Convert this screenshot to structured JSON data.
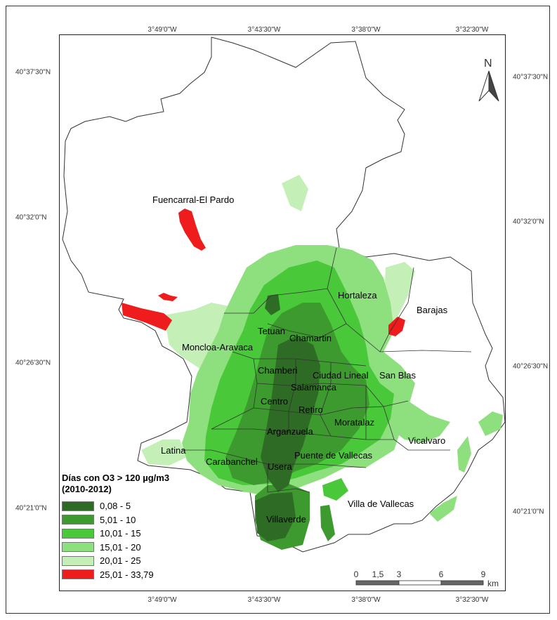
{
  "coords": {
    "top": [
      "3°49'0\"W",
      "3°43'30\"W",
      "3°38'0\"W",
      "3°32'30\"W"
    ],
    "bottom": [
      "3°49'0\"W",
      "3°43'30\"W",
      "3°38'0\"W",
      "3°32'30\"W"
    ],
    "left": [
      "40°37'30\"N",
      "40°32'0\"N",
      "40°26'30\"N",
      "40°21'0\"N"
    ],
    "right": [
      "40°37'30\"N",
      "40°32'0\"N",
      "40°26'30\"N",
      "40°21'0\"N"
    ]
  },
  "north_arrow": {
    "label": "N"
  },
  "districts": {
    "fuencarral": "Fuencarral-El Pardo",
    "hortaleza": "Hortaleza",
    "barajas": "Barajas",
    "tetuan": "Tetuan",
    "chamartin": "Chamartin",
    "moncloa": "Moncloa-Aravaca",
    "chamberi": "Chamberi",
    "ciudad_lineal": "Ciudad Lineal",
    "san_blas": "San Blas",
    "salamanca": "Salamanca",
    "centro": "Centro",
    "retiro": "Retiro",
    "moratalaz": "Moratalaz",
    "arganzuela": "Arganzuela",
    "vicalvaro": "Vicalvaro",
    "latina": "Latina",
    "puente_vallecas": "Puente de Vallecas",
    "carabanchel": "Carabanchel",
    "usera": "Usera",
    "villa_vallecas": "Villa de Vallecas",
    "villaverde": "Villaverde"
  },
  "legend": {
    "title_line1": "Días con O3 > 120 µg/m3",
    "title_line2": "(2010-2012)",
    "classes": [
      {
        "label": "0,08 - 5",
        "color": "#2e6b24"
      },
      {
        "label": "5,01 - 10",
        "color": "#3c9a2e"
      },
      {
        "label": "10,01 - 15",
        "color": "#49c93a"
      },
      {
        "label": "15,01 - 20",
        "color": "#8ee07e"
      },
      {
        "label": "20,01 - 25",
        "color": "#c4f0b8"
      },
      {
        "label": "25,01 - 33,79",
        "color": "#ee1c1c"
      }
    ]
  },
  "scale_bar": {
    "ticks": [
      "0",
      "1,5",
      "3",
      "6",
      "9"
    ],
    "unit": "km"
  }
}
